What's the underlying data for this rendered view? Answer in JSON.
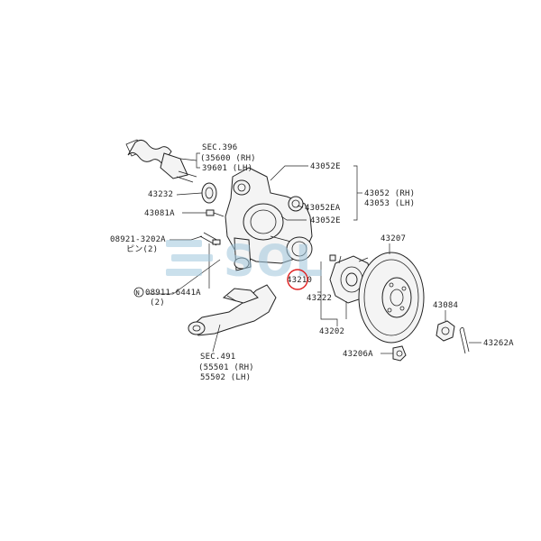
{
  "watermark": {
    "text": "SOL",
    "color": "#9fc6dc"
  },
  "highlight_color": "#e02020",
  "labels": {
    "sec396": "SEC.396",
    "p35600": "(35600 (RH)",
    "p39601": "39601 (LH)",
    "p43232": "43232",
    "p43081a": "43081A",
    "p08921": "08921-3202A",
    "p08921_qty": "ピン(2)",
    "p08911": "08911-6441A",
    "p08911_qty": "(2)",
    "n_symbol": "N",
    "sec491": "SEC.491",
    "p55501": "(55501 (RH)",
    "p55502": "55502 (LH)",
    "p43052e_top": "43052E",
    "p43052ea": "43052EA",
    "p43052e_bot": "43052E",
    "p43052": "43052 (RH)",
    "p43053": "43053 (LH)",
    "p43207": "43207",
    "p43210": "43210",
    "p43222": "43222",
    "p43202": "43202",
    "p43084": "43084",
    "p43262a": "43262A",
    "p43206a": "43206A"
  }
}
